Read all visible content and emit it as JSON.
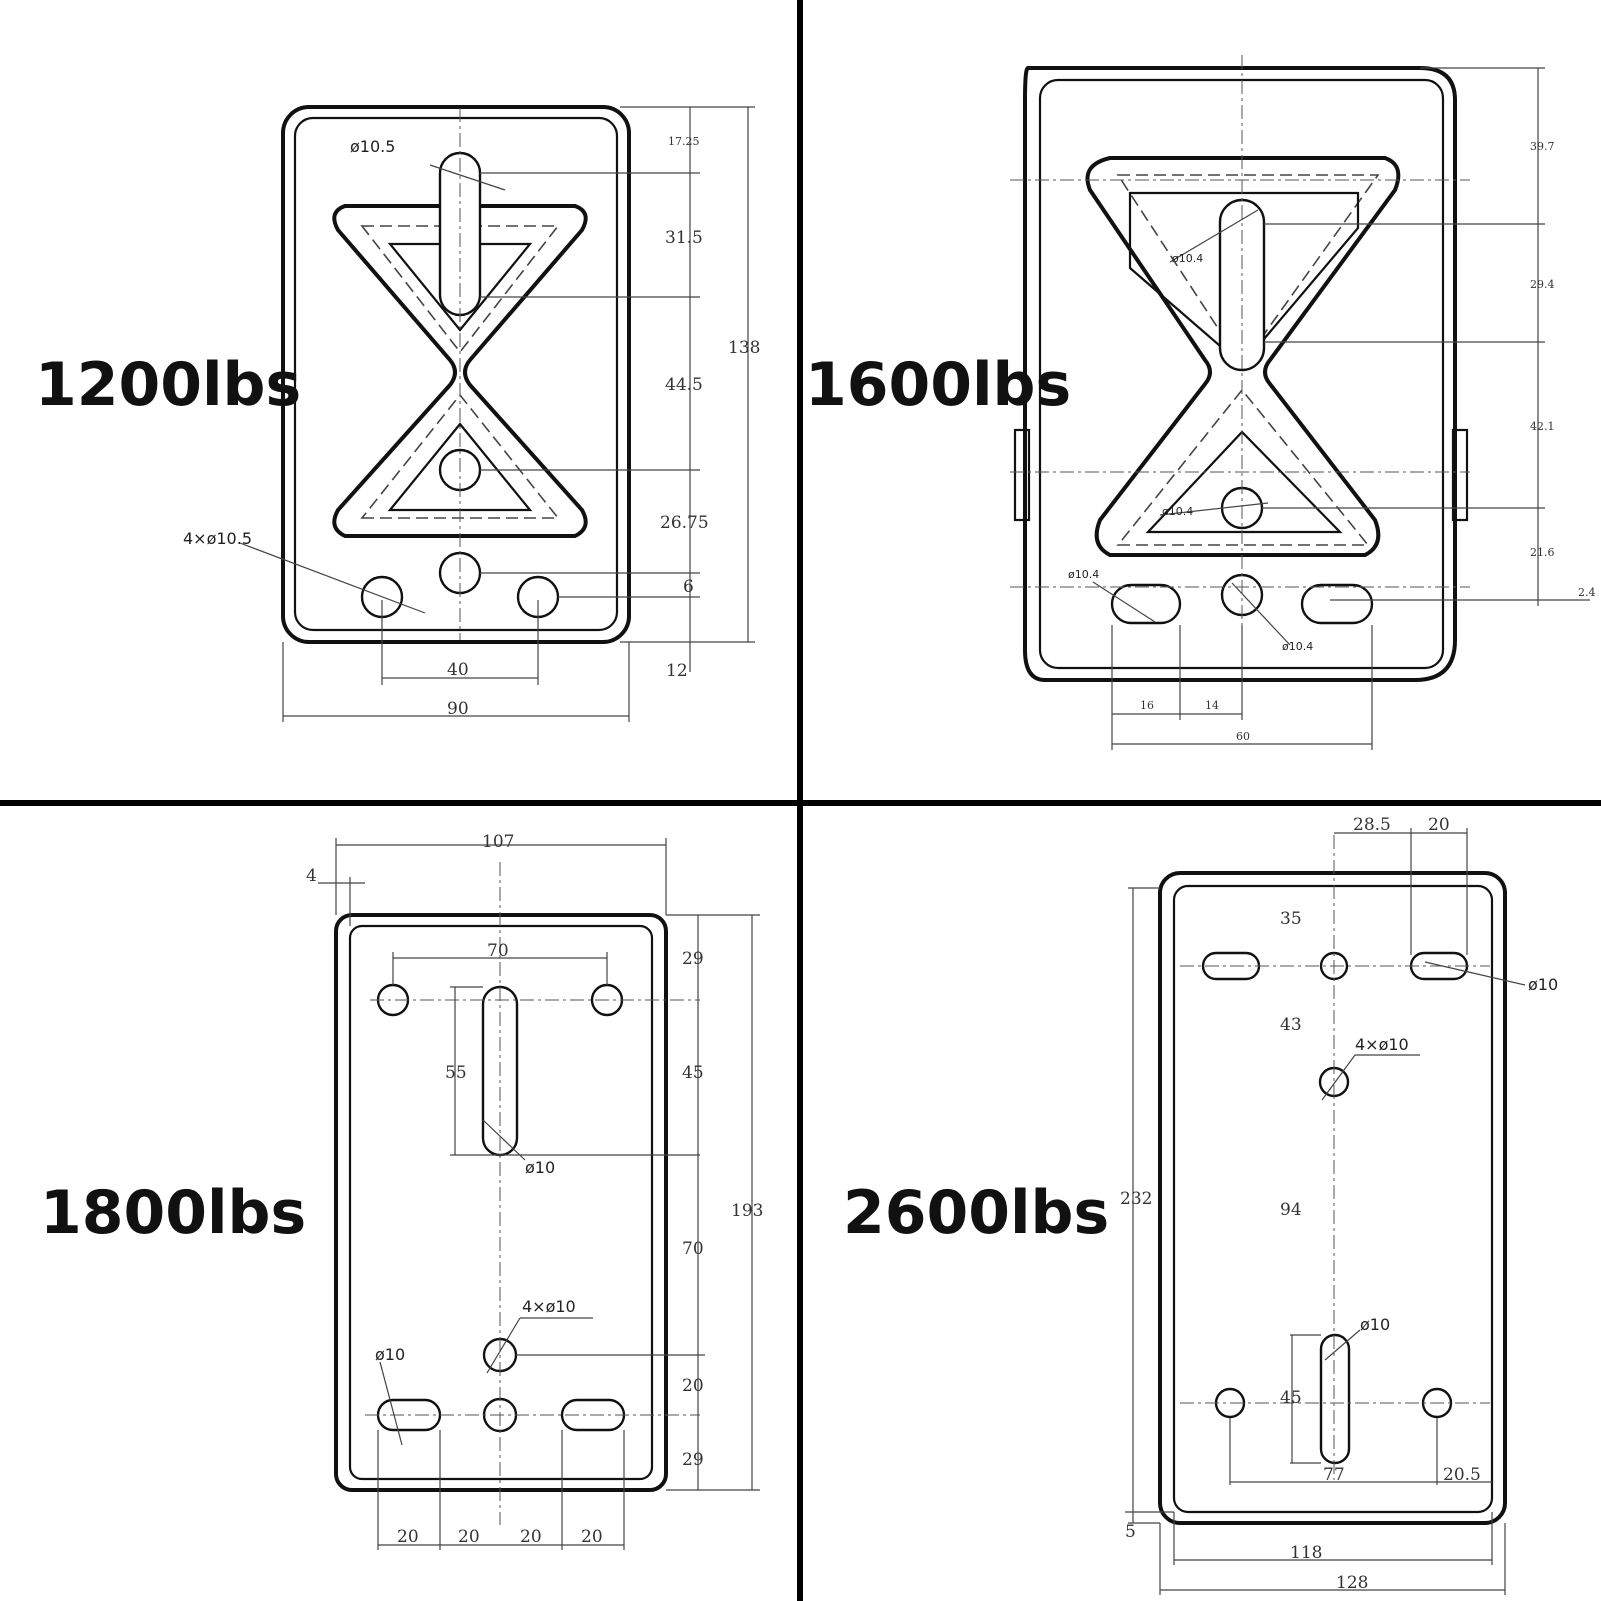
{
  "panels": [
    {
      "rating": "1200lbs",
      "dimensions": [
        "17.25",
        "31.5",
        "44.5",
        "26.75",
        "6",
        "12",
        "138",
        "40",
        "90"
      ],
      "callouts": [
        "ø10.5",
        "4×ø10.5"
      ]
    },
    {
      "rating": "1600lbs",
      "dimensions": [
        "39.7",
        "29.4",
        "42.1",
        "21.6",
        "2.4",
        "16",
        "14",
        "60"
      ],
      "callouts": [
        "ø10.4",
        "ø10.4",
        "ø10.4",
        "ø10.4"
      ]
    },
    {
      "rating": "1800lbs",
      "dimensions": [
        "107",
        "4",
        "70",
        "55",
        "29",
        "45",
        "70",
        "20",
        "29",
        "193",
        "20",
        "20",
        "20",
        "20"
      ],
      "callouts": [
        "ø10",
        "4×ø10",
        "ø10"
      ]
    },
    {
      "rating": "2600lbs",
      "dimensions": [
        "28.5",
        "20",
        "35",
        "43",
        "94",
        "45",
        "232",
        "77",
        "20.5",
        "5",
        "118",
        "128"
      ],
      "callouts": [
        "ø10",
        "4×ø10",
        "ø10"
      ]
    }
  ]
}
